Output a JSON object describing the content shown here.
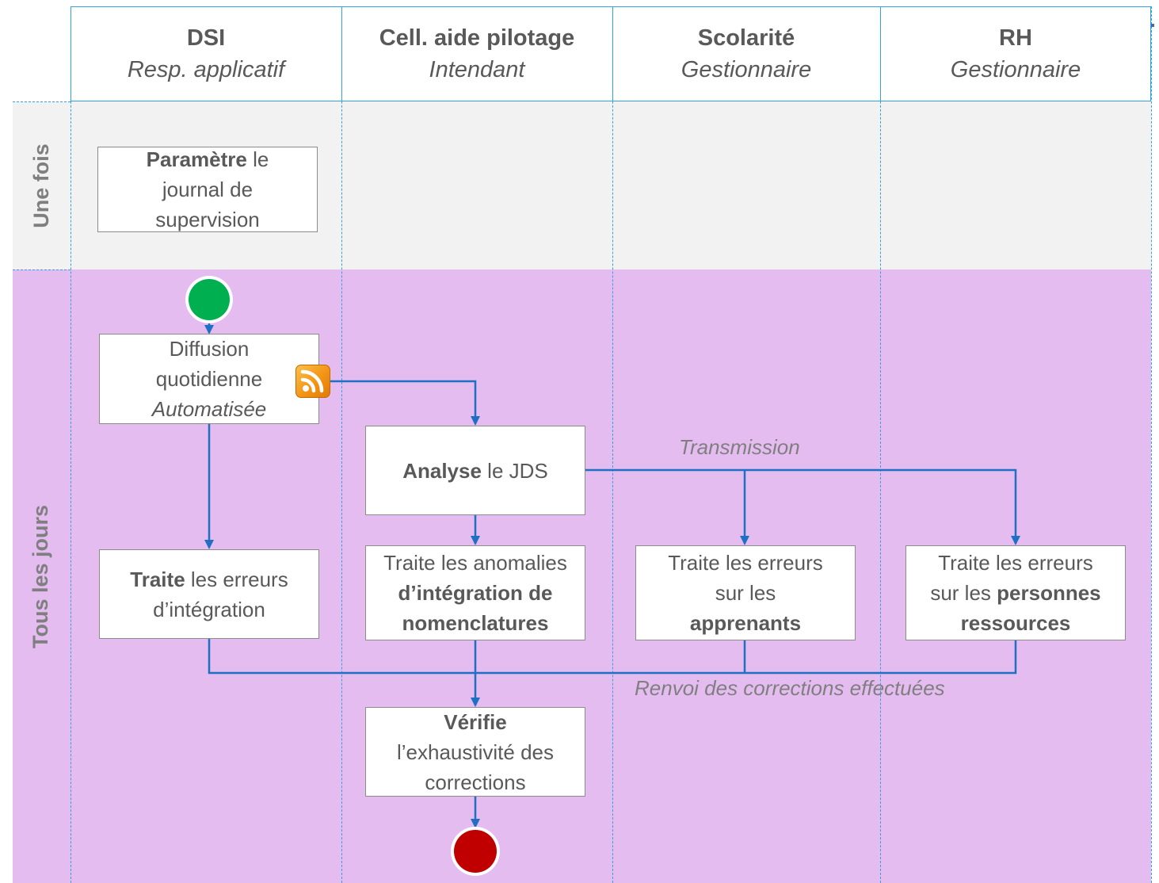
{
  "columns": [
    {
      "title": "DSI",
      "role": "Resp. applicatif"
    },
    {
      "title": "Cell. aide pilotage",
      "role": "Intendant"
    },
    {
      "title": "Scolarité",
      "role": "Gestionnaire"
    },
    {
      "title": "RH",
      "role": "Gestionnaire"
    }
  ],
  "rows": {
    "once": "Une fois",
    "daily": "Tous les jours"
  },
  "boxes": {
    "parametre": {
      "bold": "Paramètre",
      "rest1": " le",
      "rest2": "journal de",
      "rest3": "supervision"
    },
    "diffusion": {
      "line1": "Diffusion",
      "line2": "quotidienne",
      "italic": "Automatisée"
    },
    "analyse": {
      "bold": "Analyse",
      "rest": " le JDS"
    },
    "traite_dsi": {
      "bold": "Traite",
      "rest1": " les erreurs",
      "rest2": "d’intégration"
    },
    "traite_nomenclatures": {
      "line1": "Traite les anomalies",
      "bold1": "d’intégration de",
      "bold2": "nomenclatures"
    },
    "traite_apprenants": {
      "line1": "Traite les erreurs",
      "line2": "sur les",
      "bold": "apprenants"
    },
    "traite_personnes": {
      "line1": "Traite les erreurs",
      "line2": "sur les ",
      "bold1": "personnes",
      "bold2": "ressources"
    },
    "verifie": {
      "bold": "Vérifie",
      "line2": "l’exhaustivité des",
      "line3": "corrections"
    }
  },
  "edge_labels": {
    "transmission": "Transmission",
    "renvoi": "Renvoi des corrections effectuées"
  },
  "icons": {
    "feed": "rss-icon",
    "start": "start-event-icon",
    "end": "end-event-icon"
  },
  "colors": {
    "lane_border": "#2fa4e0",
    "connector": "#1f6fc2",
    "band_once": "#f2f2f2",
    "band_daily": "#e4bcf0",
    "start": "#00b050",
    "end": "#c00000",
    "text": "#595959"
  }
}
